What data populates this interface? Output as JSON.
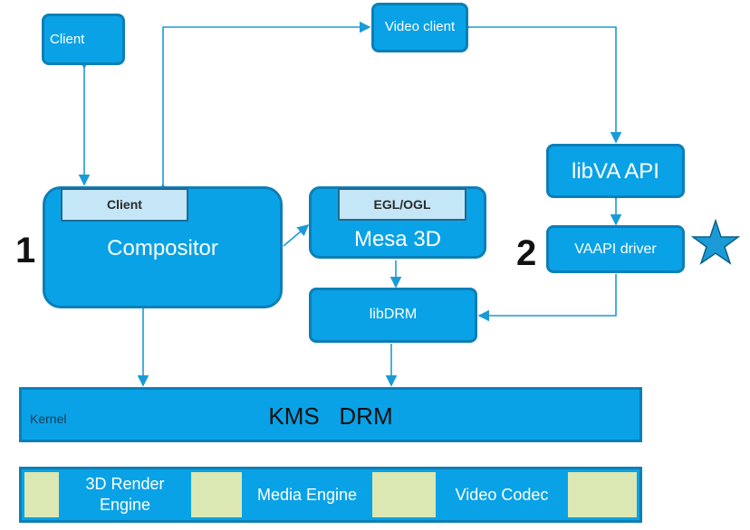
{
  "boxes": {
    "client_top": "Client",
    "video_client": "Video client",
    "libva_api": "libVA API",
    "vaapi_driver": "VAAPI driver",
    "compositor": "Compositor",
    "compositor_tab": "Client",
    "mesa": "Mesa 3D",
    "mesa_tab": "EGL/OGL",
    "libdrm": "libDRM",
    "kernel_label": "Kernel",
    "kernel_main": "KMS   DRM"
  },
  "markers": {
    "one": "1",
    "two": "2"
  },
  "hardware": [
    "3D Render Engine",
    "Media Engine",
    "Video Codec"
  ],
  "colors": {
    "box_fill": "#0aa2e6",
    "box_border": "#0b7fb8",
    "arrow": "#1a9bd7",
    "tab_fill": "#c5e6f7",
    "hw_light": "#dbe8b3",
    "star": "#1a9bd7"
  }
}
